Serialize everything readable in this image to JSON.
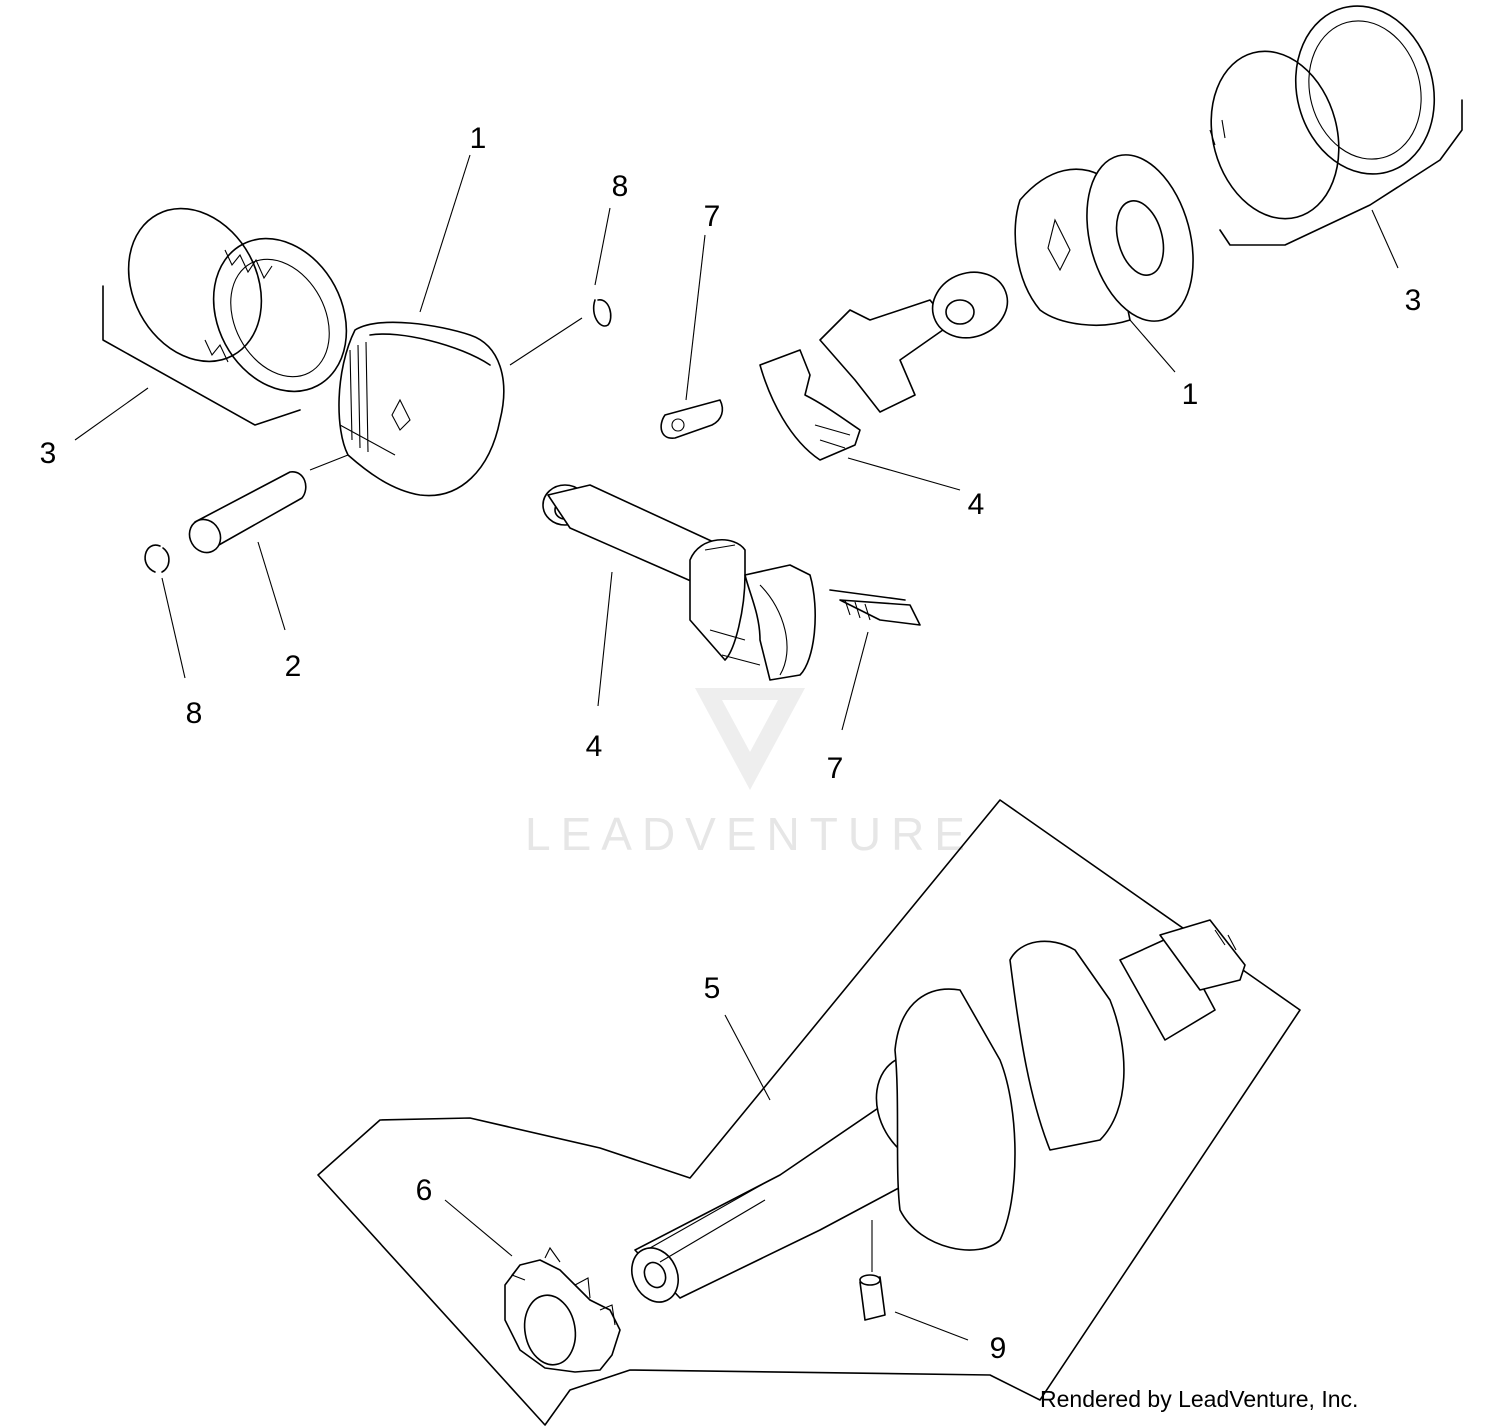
{
  "watermark": {
    "brand": "LEADVENTURE"
  },
  "credit": "Rendered by LeadVenture, Inc.",
  "callouts": [
    {
      "id": "c1a",
      "label": "1"
    },
    {
      "id": "c1b",
      "label": "1"
    },
    {
      "id": "c2",
      "label": "2"
    },
    {
      "id": "c3a",
      "label": "3"
    },
    {
      "id": "c3b",
      "label": "3"
    },
    {
      "id": "c4a",
      "label": "4"
    },
    {
      "id": "c4b",
      "label": "4"
    },
    {
      "id": "c5",
      "label": "5"
    },
    {
      "id": "c6",
      "label": "6"
    },
    {
      "id": "c7a",
      "label": "7"
    },
    {
      "id": "c7b",
      "label": "7"
    },
    {
      "id": "c8a",
      "label": "8"
    },
    {
      "id": "c8b",
      "label": "8"
    },
    {
      "id": "c9",
      "label": "9"
    }
  ]
}
